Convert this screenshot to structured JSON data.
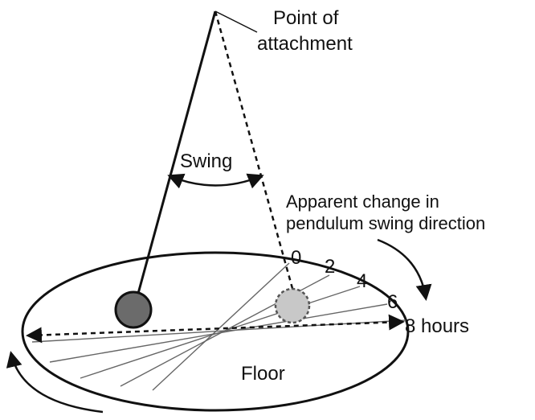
{
  "diagram": {
    "point_label_line1": "Point of",
    "point_label_line2": "attachment",
    "swing_label": "Swing",
    "apparent_line1": "Apparent change in",
    "apparent_line2": "pendulum swing direction",
    "hour_0": "0",
    "hour_2": "2",
    "hour_4": "4",
    "hour_6": "6",
    "hour_8": "8 hours",
    "floor_label": "Floor"
  },
  "colors": {
    "line": "#111111",
    "bob_dark": "#6b6b6b",
    "bob_light": "#c8c8c8",
    "swing_line": "#666666"
  }
}
